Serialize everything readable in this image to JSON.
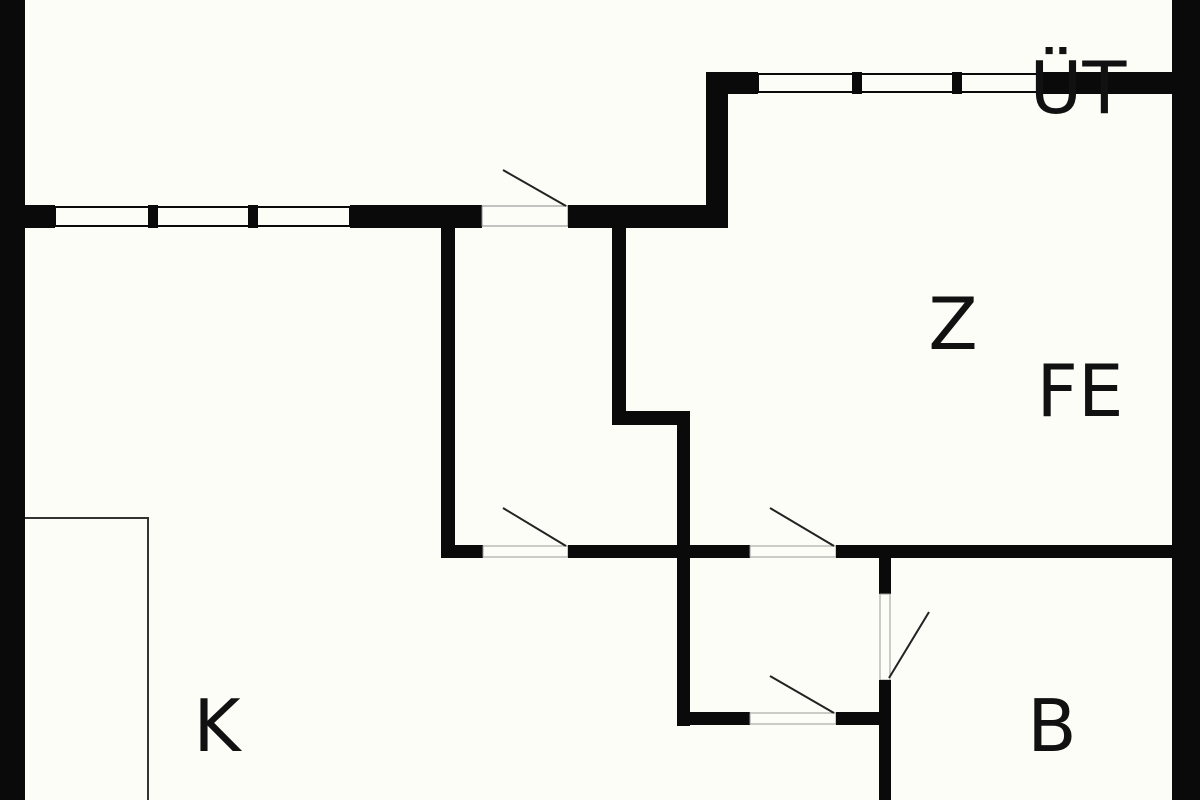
{
  "colors": {
    "wall": "#0a0a0a",
    "background": "#fdfdf8",
    "line": "#333333"
  },
  "rooms": {
    "ut": "ÜT",
    "z": "Z",
    "fe": "FE",
    "k": "K",
    "b": "B"
  }
}
